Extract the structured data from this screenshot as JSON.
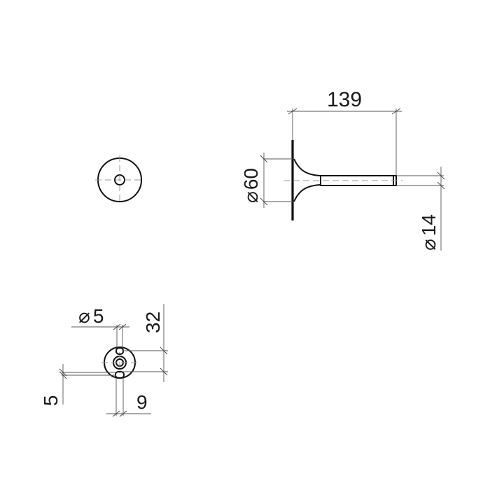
{
  "drawing": {
    "type": "technical-dimension-drawing",
    "views": {
      "front": {
        "label": "front-view-rosette"
      },
      "side": {
        "label": "side-view-handle",
        "dimensions": {
          "length": "139",
          "rosette_diameter_symbol": "⌀",
          "rosette_diameter": "60",
          "spindle_diameter_symbol": "⌀",
          "spindle_diameter": "14"
        }
      },
      "mounting": {
        "label": "mounting-plate-detail",
        "dimensions": {
          "hole_diameter_symbol": "⌀",
          "hole_diameter": "5",
          "hole_spacing": "32",
          "offset_left": "5",
          "offset_bottom": "9"
        }
      }
    },
    "colors": {
      "line": "#111111",
      "dimension_line": "#555555",
      "center_line": "#999999",
      "background": "#ffffff"
    }
  }
}
